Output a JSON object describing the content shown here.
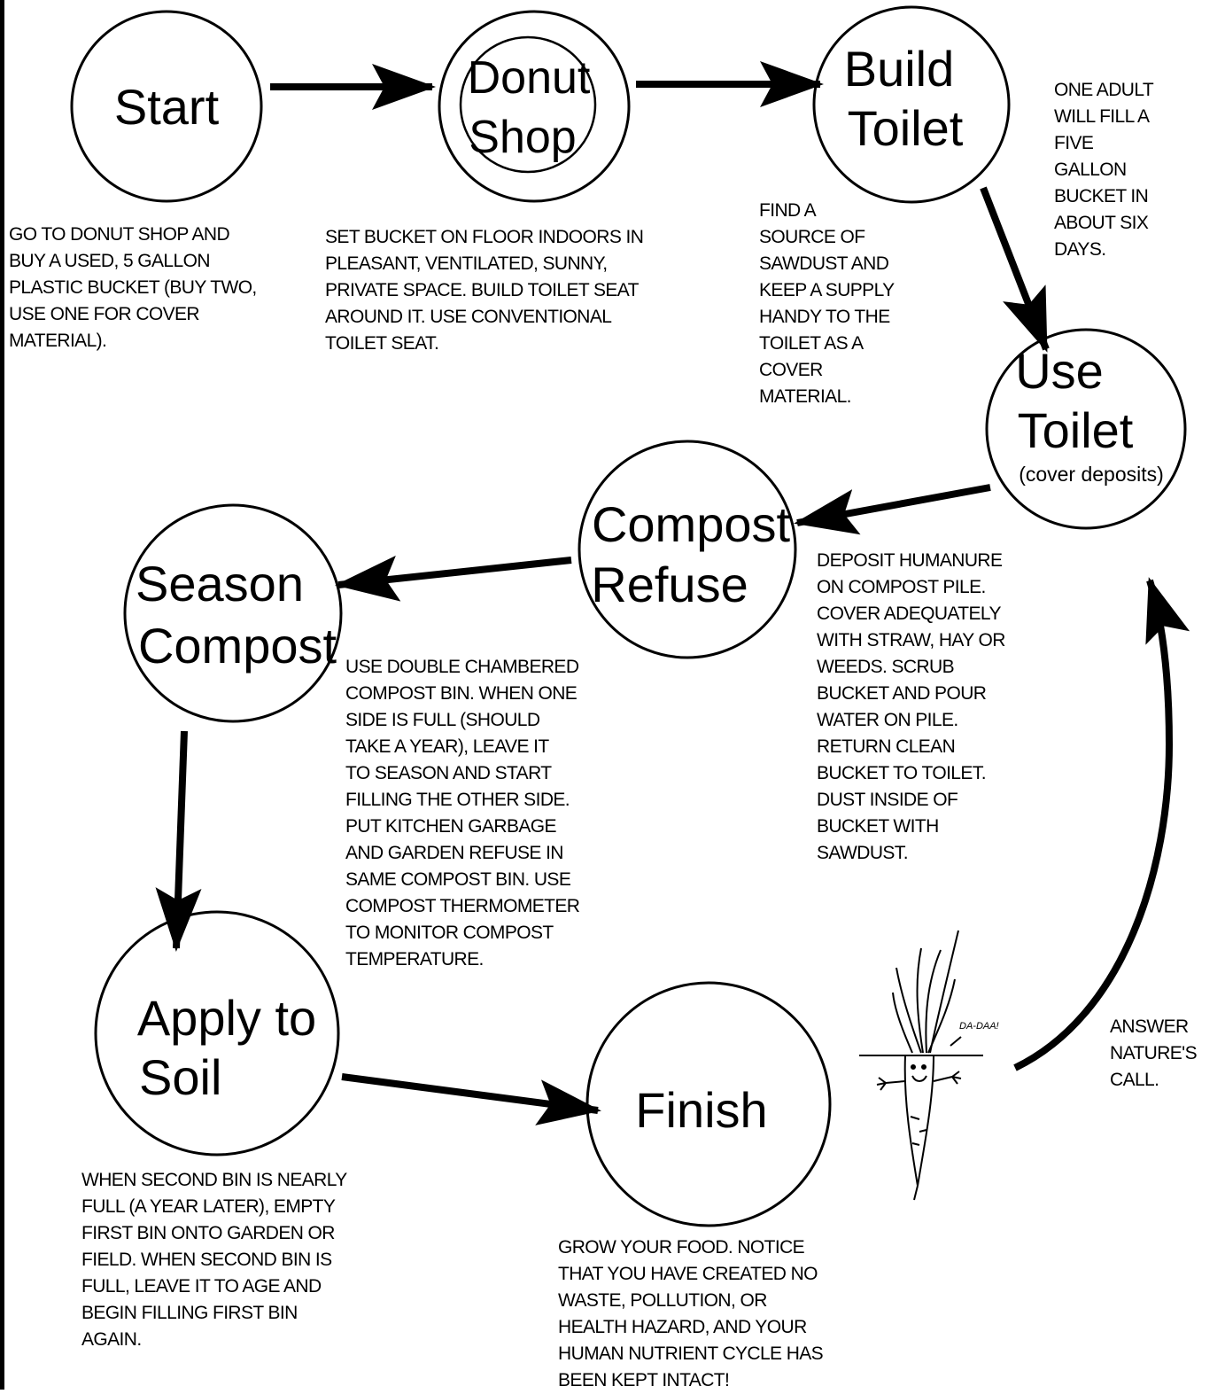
{
  "diagram": {
    "nodes": {
      "start": {
        "label": [
          "Start"
        ]
      },
      "donut_shop": {
        "label": [
          "Donut",
          "Shop"
        ]
      },
      "build_toilet": {
        "label": [
          "Build",
          "Toilet"
        ]
      },
      "use_toilet": {
        "label": [
          "Use",
          "Toilet"
        ],
        "sublabel": "(cover deposits)"
      },
      "compost_refuse": {
        "label": [
          "Compost",
          "Refuse"
        ]
      },
      "season_compost": {
        "label": [
          "Season",
          "Compost"
        ]
      },
      "apply_to_soil": {
        "label": [
          "Apply to",
          "Soil"
        ]
      },
      "finish": {
        "label": [
          "Finish"
        ]
      }
    },
    "notes": {
      "start": "GO TO DONUT SHOP AND\nBUY A USED, 5 GALLON\nPLASTIC BUCKET (BUY TWO,\nUSE ONE FOR COVER\nMATERIAL).",
      "donut_shop": "SET BUCKET ON FLOOR INDOORS IN\nPLEASANT, VENTILATED, SUNNY,\nPRIVATE SPACE. BUILD TOILET SEAT\nAROUND IT. USE  CONVENTIONAL\nTOILET SEAT.",
      "build_toilet": "FIND A\nSOURCE OF\nSAWDUST AND\nKEEP A SUPPLY\nHANDY TO THE\nTOILET AS A\nCOVER\nMATERIAL.",
      "one_adult": "ONE ADULT\nWILL FILL A\nFIVE\nGALLON\nBUCKET IN\nABOUT SIX\nDAYS.",
      "use_toilet": "DEPOSIT HUMANURE\nON COMPOST PILE.\nCOVER ADEQUATELY\nWITH STRAW, HAY OR\nWEEDS. SCRUB\nBUCKET AND POUR\nWATER ON PILE.\nRETURN CLEAN\nBUCKET TO TOILET.\nDUST INSIDE OF\nBUCKET  WITH\nSAWDUST.",
      "compost_refuse": "USE DOUBLE  CHAMBERED\nCOMPOST BIN. WHEN ONE\nSIDE IS FULL (SHOULD\nTAKE A YEAR), LEAVE IT\nTO SEASON AND START\nFILLING THE OTHER SIDE.\nPUT KITCHEN GARBAGE\nAND GARDEN REFUSE IN\nSAME COMPOST BIN. USE\nCOMPOST THERMOMETER\nTO MONITOR COMPOST\nTEMPERATURE.",
      "apply_to_soil": "WHEN SECOND BIN IS NEARLY\nFULL (A YEAR LATER), EMPTY\nFIRST BIN ONTO GARDEN OR\nFIELD. WHEN SECOND BIN IS\nFULL, LEAVE IT TO AGE AND\nBEGIN FILLING FIRST BIN\nAGAIN.",
      "finish": "GROW YOUR FOOD. NOTICE\nTHAT YOU HAVE CREATED NO\nWASTE, POLLUTION, OR\nHEALTH HAZARD, AND YOUR\nHUMAN NUTRIENT CYCLE HAS\nBEEN KEPT INTACT!",
      "answer": "ANSWER\nNATURE'S\nCALL."
    },
    "carrot_speech": "DA-DAA!"
  }
}
